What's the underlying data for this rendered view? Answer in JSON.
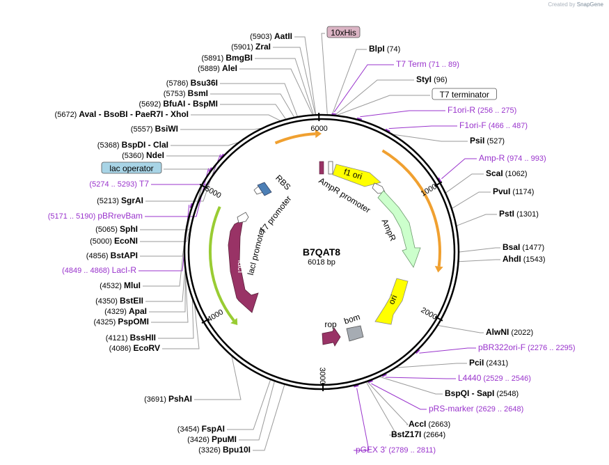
{
  "credit": {
    "prefix": "Created by",
    "brand": "SnapGene"
  },
  "plasmid": {
    "name": "B7QAT8",
    "size": "6018 bp"
  },
  "ticks": [
    "1000",
    "2000",
    "3000",
    "4000",
    "5000",
    "6000"
  ],
  "sites": [
    {
      "name": "AatII",
      "pos": "(5903)",
      "type": "enzyme"
    },
    {
      "name": "ZraI",
      "pos": "(5901)",
      "type": "enzyme"
    },
    {
      "name": "BmgBI",
      "pos": "(5891)",
      "type": "enzyme"
    },
    {
      "name": "AleI",
      "pos": "(5889)",
      "type": "enzyme"
    },
    {
      "name": "Bsu36I",
      "pos": "(5786)",
      "type": "enzyme"
    },
    {
      "name": "BsmI",
      "pos": "(5753)",
      "type": "enzyme"
    },
    {
      "name": "BfuAI - BspMI",
      "pos": "(5692)",
      "type": "enzyme"
    },
    {
      "name": "AvaI - BsoBI - PaeR7I - XhoI",
      "pos": "(5672)",
      "type": "enzyme"
    },
    {
      "name": "BsiWI",
      "pos": "(5557)",
      "type": "enzyme"
    },
    {
      "name": "BspDI - ClaI",
      "pos": "(5368)",
      "type": "enzyme"
    },
    {
      "name": "NdeI",
      "pos": "(5360)",
      "type": "enzyme"
    },
    {
      "name": "lac operator",
      "pos": "",
      "type": "boxed-blue"
    },
    {
      "name": "T7",
      "pos": "(5274 .. 5293)",
      "type": "primer"
    },
    {
      "name": "SgrAI",
      "pos": "(5213)",
      "type": "enzyme"
    },
    {
      "name": "pBRrevBam",
      "pos": "(5171 .. 5190)",
      "type": "primer"
    },
    {
      "name": "SphI",
      "pos": "(5065)",
      "type": "enzyme"
    },
    {
      "name": "EcoNI",
      "pos": "(5000)",
      "type": "enzyme"
    },
    {
      "name": "BstAPI",
      "pos": "(4856)",
      "type": "enzyme"
    },
    {
      "name": "LacI-R",
      "pos": "(4849 .. 4868)",
      "type": "primer"
    },
    {
      "name": "MluI",
      "pos": "(4532)",
      "type": "enzyme"
    },
    {
      "name": "BstEII",
      "pos": "(4350)",
      "type": "enzyme"
    },
    {
      "name": "ApaI",
      "pos": "(4329)",
      "type": "enzyme"
    },
    {
      "name": "PspOMI",
      "pos": "(4325)",
      "type": "enzyme"
    },
    {
      "name": "BssHII",
      "pos": "(4121)",
      "type": "enzyme"
    },
    {
      "name": "EcoRV",
      "pos": "(4086)",
      "type": "enzyme"
    },
    {
      "name": "PshAI",
      "pos": "(3691)",
      "type": "enzyme"
    },
    {
      "name": "FspAI",
      "pos": "(3454)",
      "type": "enzyme"
    },
    {
      "name": "PpuMI",
      "pos": "(3426)",
      "type": "enzyme"
    },
    {
      "name": "Bpu10I",
      "pos": "(3326)",
      "type": "enzyme"
    },
    {
      "name": "10xHis",
      "pos": "",
      "type": "boxed-pink"
    },
    {
      "name": "BlpI",
      "pos": "(74)",
      "type": "enzyme"
    },
    {
      "name": "T7 Term",
      "pos": "(71 .. 89)",
      "type": "primer"
    },
    {
      "name": "StyI",
      "pos": "(96)",
      "type": "enzyme"
    },
    {
      "name": "T7 terminator",
      "pos": "",
      "type": "boxed-white"
    },
    {
      "name": "F1ori-R",
      "pos": "(256 .. 275)",
      "type": "primer"
    },
    {
      "name": "F1ori-F",
      "pos": "(466 .. 487)",
      "type": "primer"
    },
    {
      "name": "PsiI",
      "pos": "(527)",
      "type": "enzyme"
    },
    {
      "name": "Amp-R",
      "pos": "(974 .. 993)",
      "type": "primer"
    },
    {
      "name": "ScaI",
      "pos": "(1062)",
      "type": "enzyme"
    },
    {
      "name": "PvuI",
      "pos": "(1174)",
      "type": "enzyme"
    },
    {
      "name": "PstI",
      "pos": "(1301)",
      "type": "enzyme"
    },
    {
      "name": "BsaI",
      "pos": "(1477)",
      "type": "enzyme"
    },
    {
      "name": "AhdI",
      "pos": "(1543)",
      "type": "enzyme"
    },
    {
      "name": "AlwNI",
      "pos": "(2022)",
      "type": "enzyme"
    },
    {
      "name": "pBR322ori-F",
      "pos": "(2276 .. 2295)",
      "type": "primer"
    },
    {
      "name": "PciI",
      "pos": "(2431)",
      "type": "enzyme"
    },
    {
      "name": "L4440",
      "pos": "(2529 .. 2546)",
      "type": "primer"
    },
    {
      "name": "BspQI - SapI",
      "pos": "(2548)",
      "type": "enzyme"
    },
    {
      "name": "pRS-marker",
      "pos": "(2629 .. 2648)",
      "type": "primer"
    },
    {
      "name": "AccI",
      "pos": "(2663)",
      "type": "enzyme"
    },
    {
      "name": "BstZ17I",
      "pos": "(2664)",
      "type": "enzyme"
    },
    {
      "name": "pGEX 3'",
      "pos": "(2789 .. 2811)",
      "type": "primer"
    }
  ],
  "features": [
    {
      "name": "f1 ori",
      "color": "#ffff00"
    },
    {
      "name": "AmpR promoter",
      "color": "#ffffff"
    },
    {
      "name": "AmpR",
      "color": "#ccffcc"
    },
    {
      "name": "ori",
      "color": "#ffff00"
    },
    {
      "name": "bom",
      "color": "#a6acb3"
    },
    {
      "name": "rop",
      "color": "#993366"
    },
    {
      "name": "lacI",
      "color": "#993366"
    },
    {
      "name": "lacI promoter",
      "color": "#ffffff"
    },
    {
      "name": "T7 promoter",
      "color": "#ffffff"
    },
    {
      "name": "RBS",
      "color": "#4c7fb5"
    }
  ],
  "colors": {
    "enzyme": "#000000",
    "primer": "#9933cc",
    "orange": "#f0a030",
    "green": "#99cc33",
    "blue_box": "#a8d4e6",
    "pink_box": "#dbb4c4"
  }
}
